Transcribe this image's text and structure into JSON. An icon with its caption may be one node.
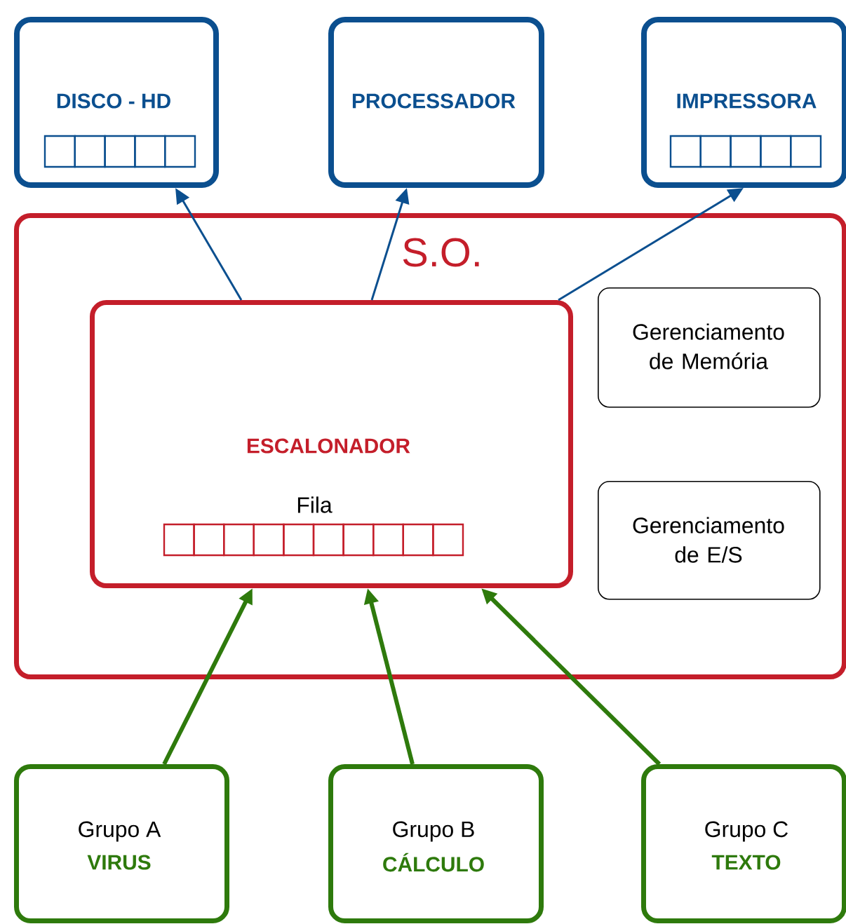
{
  "diagram": {
    "nodes": [
      {
        "text": [
          "DISCO - HD"
        ]
      },
      {
        "text": [
          "PROCESSADOR"
        ]
      },
      {
        "text": [
          "IMPRESSORA"
        ]
      },
      {
        "text": [
          "S.O."
        ]
      },
      {
        "text": [
          "ESCALONADOR",
          "Fila"
        ],
        "in": 3
      },
      {
        "text": [
          "Gerenciamento de Memória"
        ],
        "in": 3
      },
      {
        "text": [
          "Gerenciamento de E/S"
        ],
        "in": 3
      },
      {
        "text": [
          "Grupo A",
          "VIRUS"
        ]
      },
      {
        "text": [
          "Grupo B",
          "CÁLCULO"
        ]
      },
      {
        "text": [
          "Grupo C",
          "TEXTO"
        ]
      }
    ],
    "edges": [
      {
        "from": 4,
        "to": 0,
        "arrow": "to",
        "color": "#0b4f8f"
      },
      {
        "from": 4,
        "to": 1,
        "arrow": "to",
        "color": "#0b4f8f"
      },
      {
        "from": 4,
        "to": 2,
        "arrow": "to",
        "color": "#0b4f8f"
      },
      {
        "from": 7,
        "to": 4,
        "arrow": "to",
        "style": "thick",
        "color": "#2e7a0c"
      },
      {
        "from": 8,
        "to": 4,
        "arrow": "to",
        "style": "thick",
        "color": "#2e7a0c"
      },
      {
        "from": 9,
        "to": 4,
        "arrow": "to",
        "style": "thick",
        "color": "#2e7a0c"
      }
    ]
  }
}
